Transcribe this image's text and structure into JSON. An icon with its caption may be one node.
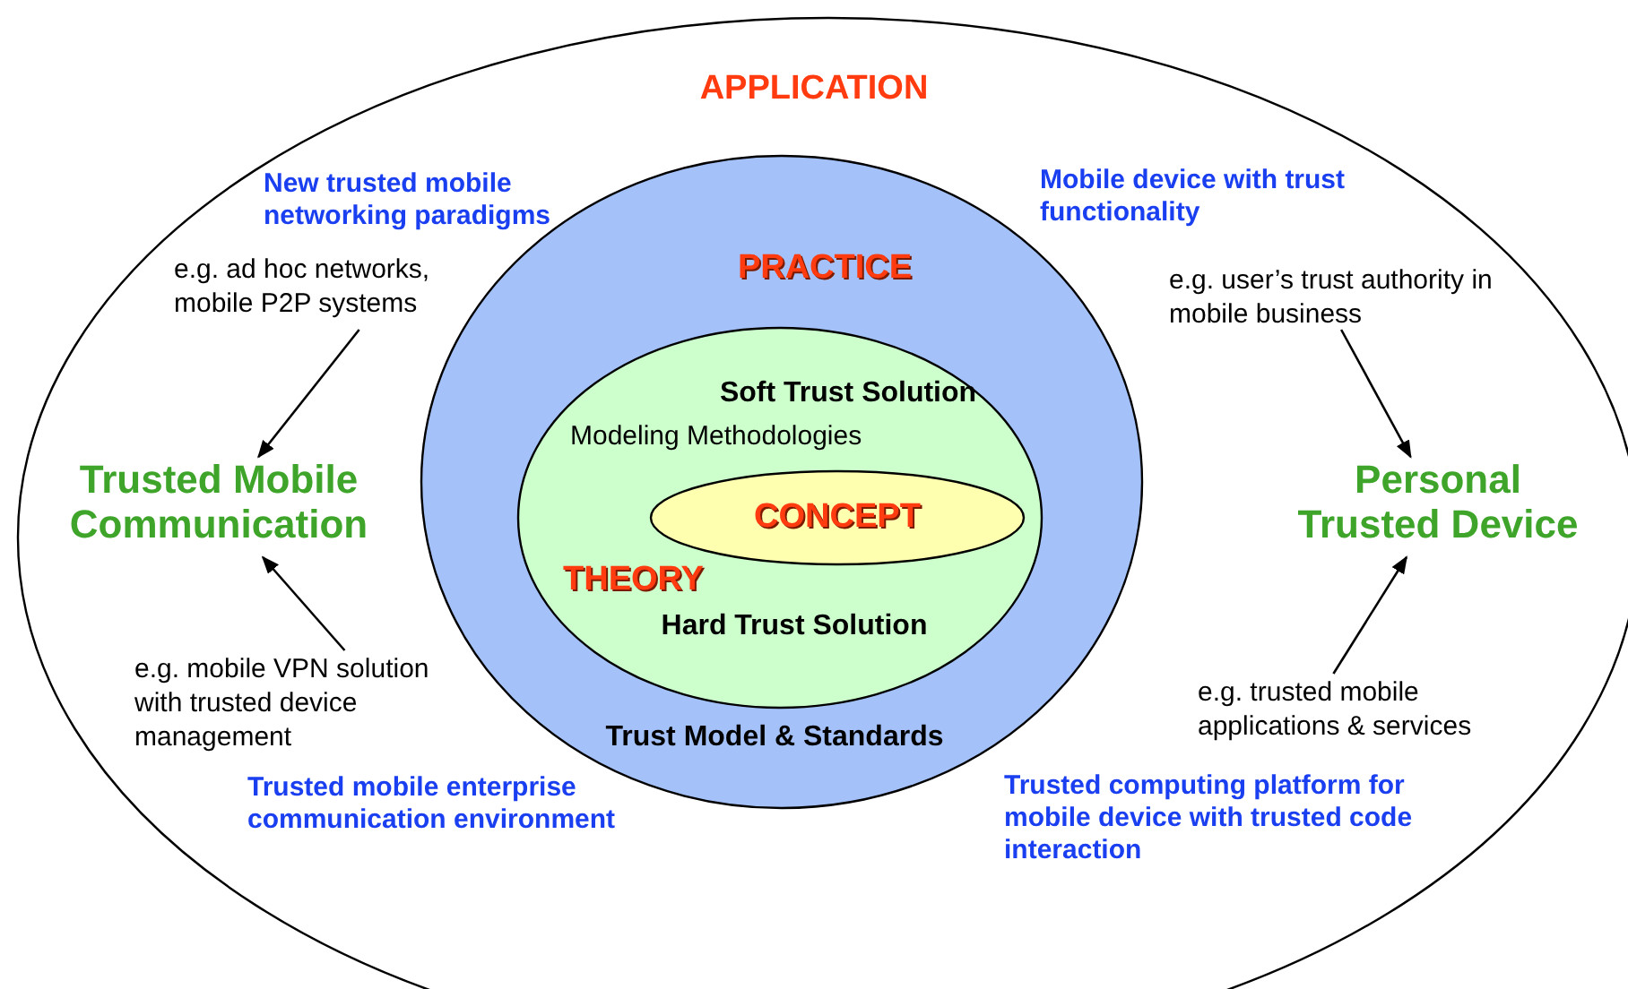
{
  "diagram": {
    "nodes": [
      {
        "text": [
          "APPLICATION"
        ]
      },
      {
        "text": [
          "PRACTICE",
          "Trust Model & Standards"
        ],
        "in": 0
      },
      {
        "text": [
          "Soft Trust Solution",
          "Modeling Methodologies",
          "THEORY",
          "Hard Trust Solution"
        ],
        "in": 1
      },
      {
        "text": [
          "CONCEPT"
        ],
        "in": 2
      },
      {
        "text": [
          "Trusted Mobile Communication"
        ],
        "in": 0
      },
      {
        "text": [
          "Personal Trusted Device"
        ],
        "in": 0
      },
      {
        "text": [
          "New trusted mobile networking paradigms",
          "e.g. ad hoc networks, mobile P2P systems"
        ],
        "in": 0
      },
      {
        "text": [
          "Mobile device with trust functionality",
          "e.g. user’s trust authority in mobile business"
        ],
        "in": 0
      },
      {
        "text": [
          "e.g. mobile VPN solution with trusted device management",
          "Trusted mobile enterprise communication environment"
        ],
        "in": 0
      },
      {
        "text": [
          "e.g. trusted mobile applications & services",
          "Trusted computing platform for mobile device with trusted code interaction"
        ],
        "in": 0
      }
    ],
    "edges": [
      {
        "from": 6,
        "to": 4,
        "arrow": "to"
      },
      {
        "from": 7,
        "to": 5,
        "arrow": "to"
      },
      {
        "from": 8,
        "to": 4,
        "arrow": "to"
      },
      {
        "from": 9,
        "to": 5,
        "arrow": "to"
      }
    ]
  }
}
